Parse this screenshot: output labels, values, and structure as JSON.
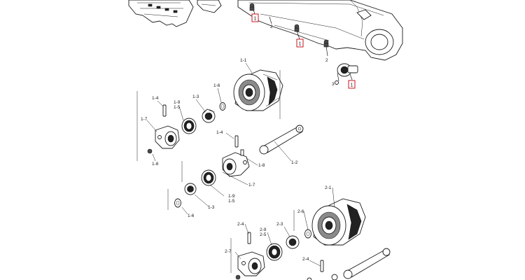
{
  "labels": {
    "ref1a": "1",
    "ref1b": "1",
    "ref1c": "1",
    "p2a": "2",
    "p2b": "2",
    "p3": "3",
    "p1_1": "1-1",
    "p1_6a": "1-6",
    "p1_4a": "1-4",
    "p1_9a": "1-9",
    "p1_5a": "1-5",
    "p1_3a": "1-3",
    "p1_7a": "1-7",
    "p1_8a": "1-8",
    "p1_4b": "1-4",
    "p1_2": "1-2",
    "p1_8b": "1-8",
    "p1_7b": "1-7",
    "p1_9b": "1-9",
    "p1_5b": "1-5",
    "p1_3b": "1-3",
    "p1_6b": "1-6",
    "p2_1": "2-1",
    "p2_6": "2-6",
    "p2_4a": "2-4",
    "p2_3": "2-3",
    "p2_9": "2-9",
    "p2_5": "2-5",
    "p2_7": "2-7",
    "p2_4b": "2-4"
  }
}
